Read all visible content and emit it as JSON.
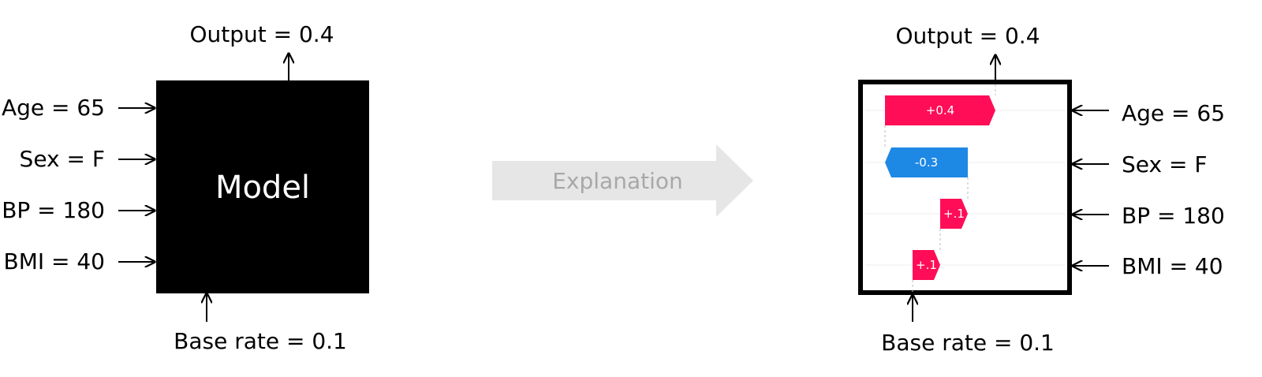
{
  "left_model": {
    "output_label": "Output = 0.4",
    "base_rate_label": "Base rate = 0.1",
    "box_label": "Model",
    "inputs": [
      "Age = 65",
      "Sex = F",
      "BP = 180",
      "BMI = 40"
    ]
  },
  "transition": {
    "label": "Explanation"
  },
  "right_explanation": {
    "output_label": "Output = 0.4",
    "base_rate_label": "Base rate = 0.1",
    "base_value": 0.1,
    "output_value": 0.4,
    "inputs": [
      "Age = 65",
      "Sex = F",
      "BP = 180",
      "BMI = 40"
    ],
    "contributions": [
      {
        "feature": "Age = 65",
        "label": "+0.4",
        "value": 0.4
      },
      {
        "feature": "Sex = F",
        "label": "-0.3",
        "value": -0.3
      },
      {
        "feature": "BP = 180",
        "label": "+.1",
        "value": 0.1
      },
      {
        "feature": "BMI = 40",
        "label": "+.1",
        "value": 0.1
      }
    ]
  },
  "colors": {
    "positive": "#ff0d57",
    "negative": "#1e88e5",
    "model_box": "#000000",
    "arrow_band": "#e6e6e6",
    "explanation_text": "#a8a8a8"
  }
}
